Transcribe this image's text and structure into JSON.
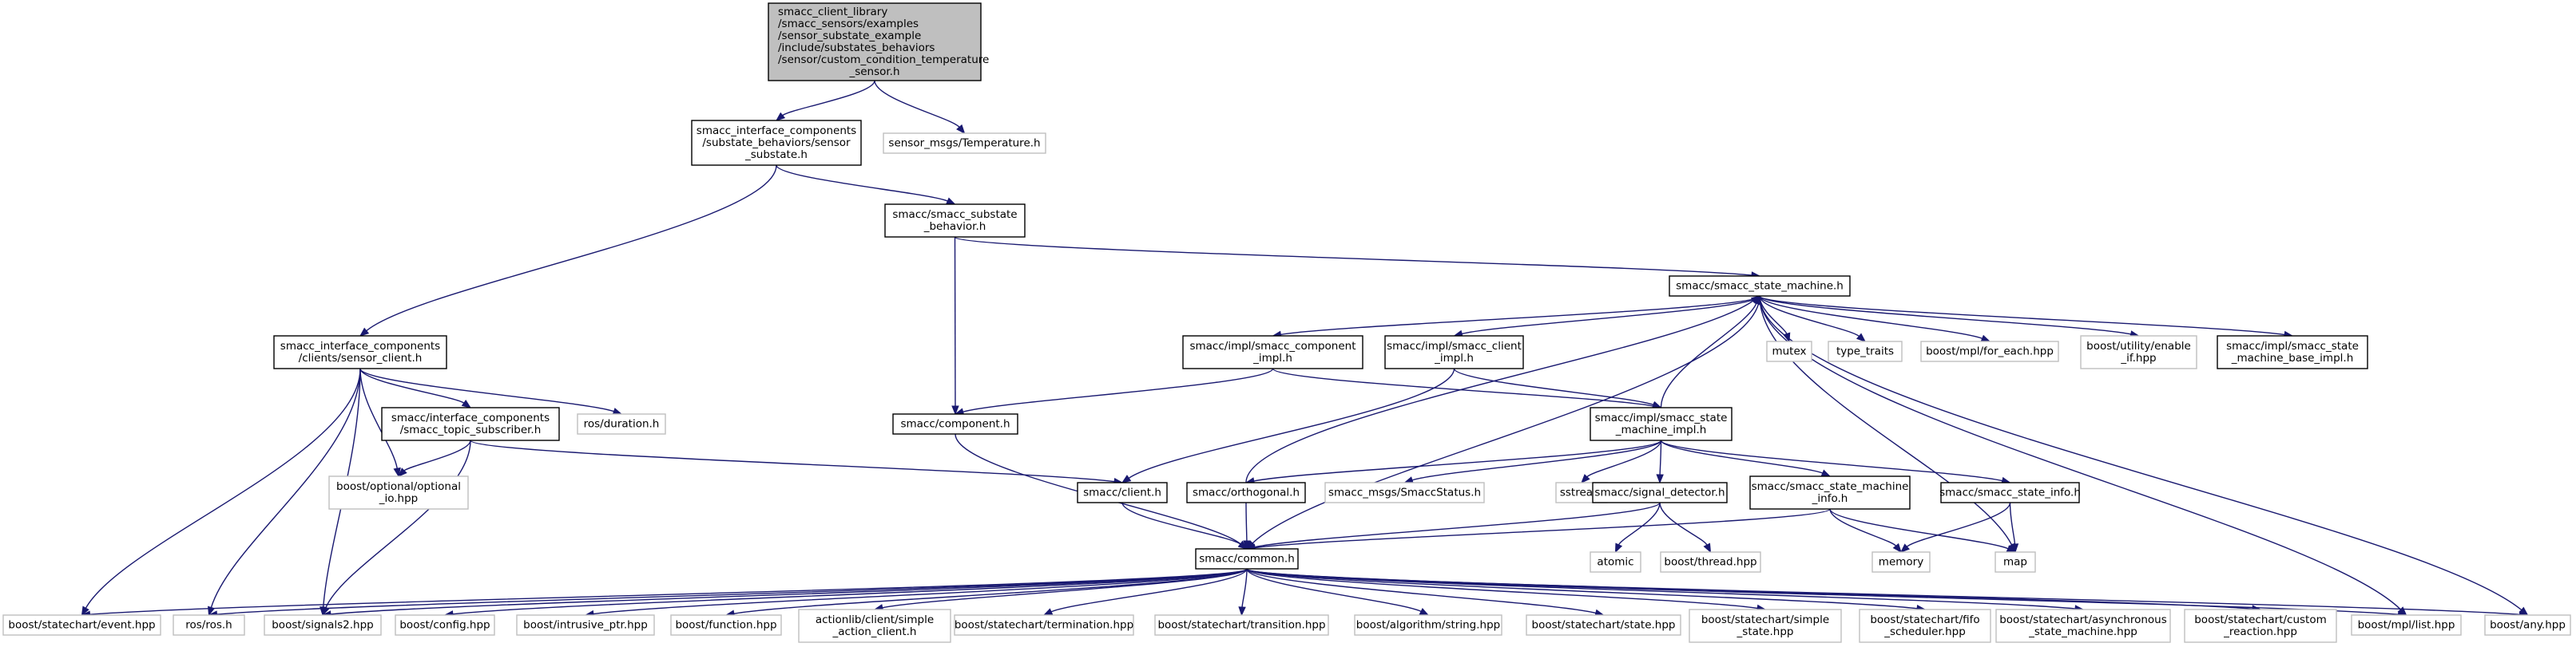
{
  "diagram": {
    "type": "include-dependency-graph",
    "colors": {
      "edge": "#191970",
      "root_fill": "#bfbfbf",
      "internal_border": "#000000",
      "external_border": "#bfbfbf"
    },
    "nodes": [
      {
        "id": "root",
        "kind": "root",
        "lines": [
          "smacc_client_library",
          "/smacc_sensors/examples",
          "/sensor_substate_example",
          "/include/substates_behaviors",
          "/sensor/custom_condition_temperature",
          "_sensor.h"
        ]
      },
      {
        "id": "sensor_substate",
        "kind": "internal",
        "lines": [
          "smacc_interface_components",
          "/substate_behaviors/sensor",
          "_substate.h"
        ]
      },
      {
        "id": "temperature",
        "kind": "external",
        "lines": [
          "sensor_msgs/Temperature.h"
        ]
      },
      {
        "id": "substate_behavior",
        "kind": "internal",
        "lines": [
          "smacc/smacc_substate",
          "_behavior.h"
        ]
      },
      {
        "id": "state_machine",
        "kind": "internal",
        "lines": [
          "smacc/smacc_state_machine.h"
        ]
      },
      {
        "id": "sensor_client",
        "kind": "internal",
        "lines": [
          "smacc_interface_components",
          "/clients/sensor_client.h"
        ]
      },
      {
        "id": "component_impl",
        "kind": "internal",
        "lines": [
          "smacc/impl/smacc_component",
          "_impl.h"
        ]
      },
      {
        "id": "client_impl",
        "kind": "internal",
        "lines": [
          "smacc/impl/smacc_client",
          "_impl.h"
        ]
      },
      {
        "id": "mutex",
        "kind": "external",
        "lines": [
          "mutex"
        ]
      },
      {
        "id": "type_traits",
        "kind": "external",
        "lines": [
          "type_traits"
        ]
      },
      {
        "id": "for_each",
        "kind": "external",
        "lines": [
          "boost/mpl/for_each.hpp"
        ]
      },
      {
        "id": "enable_if",
        "kind": "external",
        "lines": [
          "boost/utility/enable",
          "_if.hpp"
        ]
      },
      {
        "id": "sm_base_impl",
        "kind": "internal",
        "lines": [
          "smacc/impl/smacc_state",
          "_machine_base_impl.h"
        ]
      },
      {
        "id": "topic_subscriber",
        "kind": "internal",
        "lines": [
          "smacc/interface_components",
          "/smacc_topic_subscriber.h"
        ]
      },
      {
        "id": "ros_duration",
        "kind": "external",
        "lines": [
          "ros/duration.h"
        ]
      },
      {
        "id": "component",
        "kind": "internal",
        "lines": [
          "smacc/component.h"
        ]
      },
      {
        "id": "sm_impl",
        "kind": "internal",
        "lines": [
          "smacc/impl/smacc_state",
          "_machine_impl.h"
        ]
      },
      {
        "id": "optional_io",
        "kind": "external",
        "lines": [
          "boost/optional/optional",
          "_io.hpp"
        ]
      },
      {
        "id": "client",
        "kind": "internal",
        "lines": [
          "smacc/client.h"
        ]
      },
      {
        "id": "orthogonal",
        "kind": "internal",
        "lines": [
          "smacc/orthogonal.h"
        ]
      },
      {
        "id": "smacc_status",
        "kind": "external",
        "lines": [
          "smacc_msgs/SmaccStatus.h"
        ]
      },
      {
        "id": "sstream",
        "kind": "external",
        "lines": [
          "sstream"
        ]
      },
      {
        "id": "signal_detector",
        "kind": "internal",
        "lines": [
          "smacc/signal_detector.h"
        ]
      },
      {
        "id": "sm_info",
        "kind": "internal",
        "lines": [
          "smacc/smacc_state_machine",
          "_info.h"
        ]
      },
      {
        "id": "state_info",
        "kind": "internal",
        "lines": [
          "smacc/smacc_state_info.h"
        ]
      },
      {
        "id": "atomic",
        "kind": "external",
        "lines": [
          "atomic"
        ]
      },
      {
        "id": "thread",
        "kind": "external",
        "lines": [
          "boost/thread.hpp"
        ]
      },
      {
        "id": "memory",
        "kind": "external",
        "lines": [
          "memory"
        ]
      },
      {
        "id": "map",
        "kind": "external",
        "lines": [
          "map"
        ]
      },
      {
        "id": "common",
        "kind": "internal",
        "lines": [
          "smacc/common.h"
        ]
      },
      {
        "id": "event",
        "kind": "external",
        "lines": [
          "boost/statechart/event.hpp"
        ]
      },
      {
        "id": "ros_h",
        "kind": "external",
        "lines": [
          "ros/ros.h"
        ]
      },
      {
        "id": "signals2",
        "kind": "external",
        "lines": [
          "boost/signals2.hpp"
        ]
      },
      {
        "id": "config",
        "kind": "external",
        "lines": [
          "boost/config.hpp"
        ]
      },
      {
        "id": "intrusive_ptr",
        "kind": "external",
        "lines": [
          "boost/intrusive_ptr.hpp"
        ]
      },
      {
        "id": "function",
        "kind": "external",
        "lines": [
          "boost/function.hpp"
        ]
      },
      {
        "id": "simple_action_client",
        "kind": "external",
        "lines": [
          "actionlib/client/simple",
          "_action_client.h"
        ]
      },
      {
        "id": "termination",
        "kind": "external",
        "lines": [
          "boost/statechart/termination.hpp"
        ]
      },
      {
        "id": "transition",
        "kind": "external",
        "lines": [
          "boost/statechart/transition.hpp"
        ]
      },
      {
        "id": "string",
        "kind": "external",
        "lines": [
          "boost/algorithm/string.hpp"
        ]
      },
      {
        "id": "state_hpp",
        "kind": "external",
        "lines": [
          "boost/statechart/state.hpp"
        ]
      },
      {
        "id": "simple_state",
        "kind": "external",
        "lines": [
          "boost/statechart/simple",
          "_state.hpp"
        ]
      },
      {
        "id": "fifo",
        "kind": "external",
        "lines": [
          "boost/statechart/fifo",
          "_scheduler.hpp"
        ]
      },
      {
        "id": "async",
        "kind": "external",
        "lines": [
          "boost/statechart/asynchronous",
          "_state_machine.hpp"
        ]
      },
      {
        "id": "custom_reaction",
        "kind": "external",
        "lines": [
          "boost/statechart/custom",
          "_reaction.hpp"
        ]
      },
      {
        "id": "mpl_list",
        "kind": "external",
        "lines": [
          "boost/mpl/list.hpp"
        ]
      },
      {
        "id": "any",
        "kind": "external",
        "lines": [
          "boost/any.hpp"
        ]
      }
    ],
    "edges": [
      [
        "root",
        "sensor_substate"
      ],
      [
        "root",
        "temperature"
      ],
      [
        "sensor_substate",
        "sensor_client"
      ],
      [
        "sensor_substate",
        "substate_behavior"
      ],
      [
        "substate_behavior",
        "state_machine"
      ],
      [
        "substate_behavior",
        "component"
      ],
      [
        "state_machine",
        "common"
      ],
      [
        "state_machine",
        "component_impl"
      ],
      [
        "state_machine",
        "client_impl"
      ],
      [
        "state_machine",
        "mutex"
      ],
      [
        "state_machine",
        "type_traits"
      ],
      [
        "state_machine",
        "for_each"
      ],
      [
        "state_machine",
        "enable_if"
      ],
      [
        "state_machine",
        "sm_base_impl"
      ],
      [
        "state_machine",
        "mpl_list"
      ],
      [
        "state_machine",
        "any"
      ],
      [
        "state_machine",
        "map"
      ],
      [
        "sensor_client",
        "topic_subscriber"
      ],
      [
        "sensor_client",
        "ros_duration"
      ],
      [
        "sensor_client",
        "optional_io"
      ],
      [
        "sensor_client",
        "event"
      ],
      [
        "sensor_client",
        "ros_h"
      ],
      [
        "sensor_client",
        "signals2"
      ],
      [
        "topic_subscriber",
        "client"
      ],
      [
        "topic_subscriber",
        "optional_io"
      ],
      [
        "topic_subscriber",
        "signals2"
      ],
      [
        "component_impl",
        "component"
      ],
      [
        "component_impl",
        "sm_impl"
      ],
      [
        "client_impl",
        "client"
      ],
      [
        "client_impl",
        "sm_impl"
      ],
      [
        "sm_impl",
        "state_machine"
      ],
      [
        "sm_impl",
        "orthogonal"
      ],
      [
        "sm_impl",
        "smacc_status"
      ],
      [
        "sm_impl",
        "sstream"
      ],
      [
        "sm_impl",
        "signal_detector"
      ],
      [
        "sm_impl",
        "sm_info"
      ],
      [
        "sm_impl",
        "state_info"
      ],
      [
        "orthogonal",
        "state_machine"
      ],
      [
        "orthogonal",
        "common"
      ],
      [
        "component",
        "common"
      ],
      [
        "client",
        "common"
      ],
      [
        "signal_detector",
        "common"
      ],
      [
        "signal_detector",
        "atomic"
      ],
      [
        "signal_detector",
        "thread"
      ],
      [
        "sm_info",
        "common"
      ],
      [
        "sm_info",
        "memory"
      ],
      [
        "sm_info",
        "map"
      ],
      [
        "state_info",
        "memory"
      ],
      [
        "state_info",
        "map"
      ],
      [
        "common",
        "event"
      ],
      [
        "common",
        "ros_h"
      ],
      [
        "common",
        "signals2"
      ],
      [
        "common",
        "config"
      ],
      [
        "common",
        "intrusive_ptr"
      ],
      [
        "common",
        "function"
      ],
      [
        "common",
        "simple_action_client"
      ],
      [
        "common",
        "termination"
      ],
      [
        "common",
        "transition"
      ],
      [
        "common",
        "string"
      ],
      [
        "common",
        "state_hpp"
      ],
      [
        "common",
        "simple_state"
      ],
      [
        "common",
        "fifo"
      ],
      [
        "common",
        "async"
      ],
      [
        "common",
        "custom_reaction"
      ],
      [
        "common",
        "mpl_list"
      ],
      [
        "common",
        "any"
      ]
    ]
  }
}
